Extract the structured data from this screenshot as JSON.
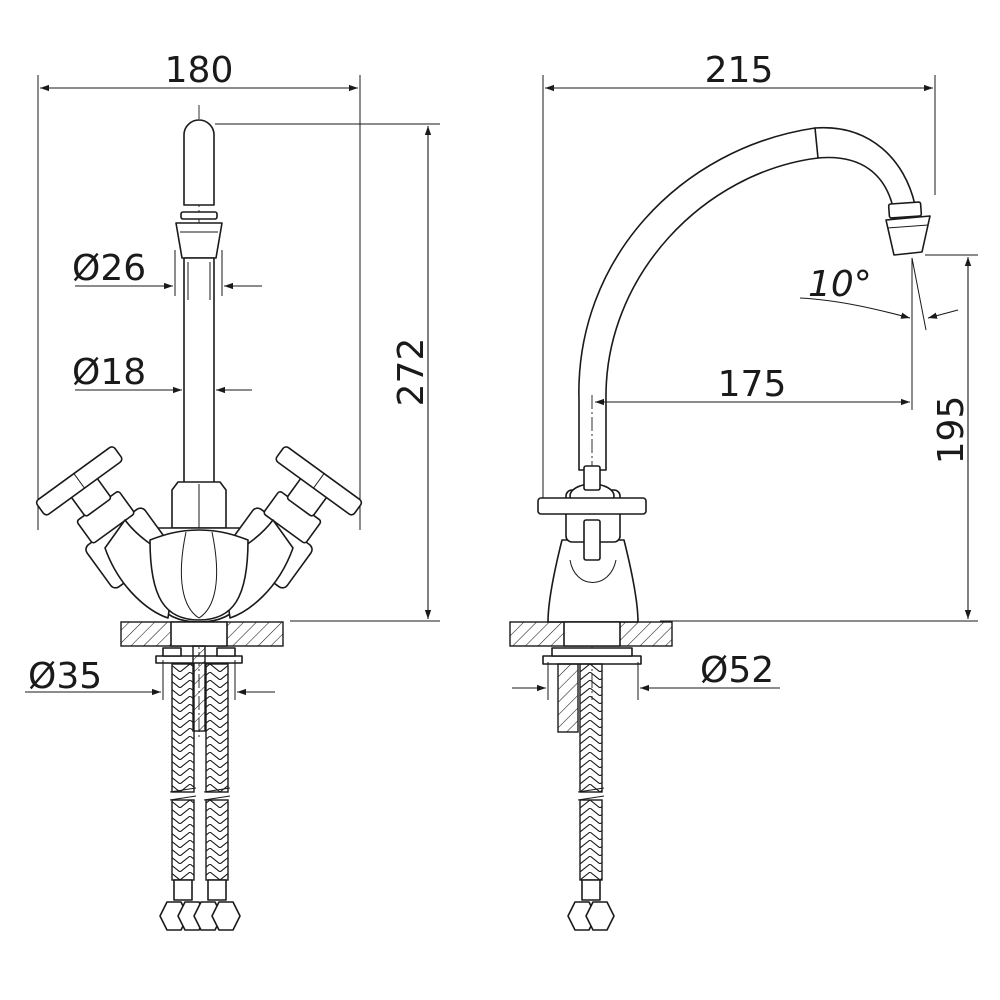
{
  "drawing": {
    "front_view": {
      "width_label": "180",
      "height_label": "272",
      "spout_outer_diameter_label": "Ø26",
      "spout_inner_diameter_label": "Ø18",
      "mount_diameter_label": "Ø35"
    },
    "side_view": {
      "width_label": "215",
      "reach_label": "175",
      "height_label": "195",
      "angle_label": "10°",
      "base_diameter_label": "Ø52"
    }
  }
}
